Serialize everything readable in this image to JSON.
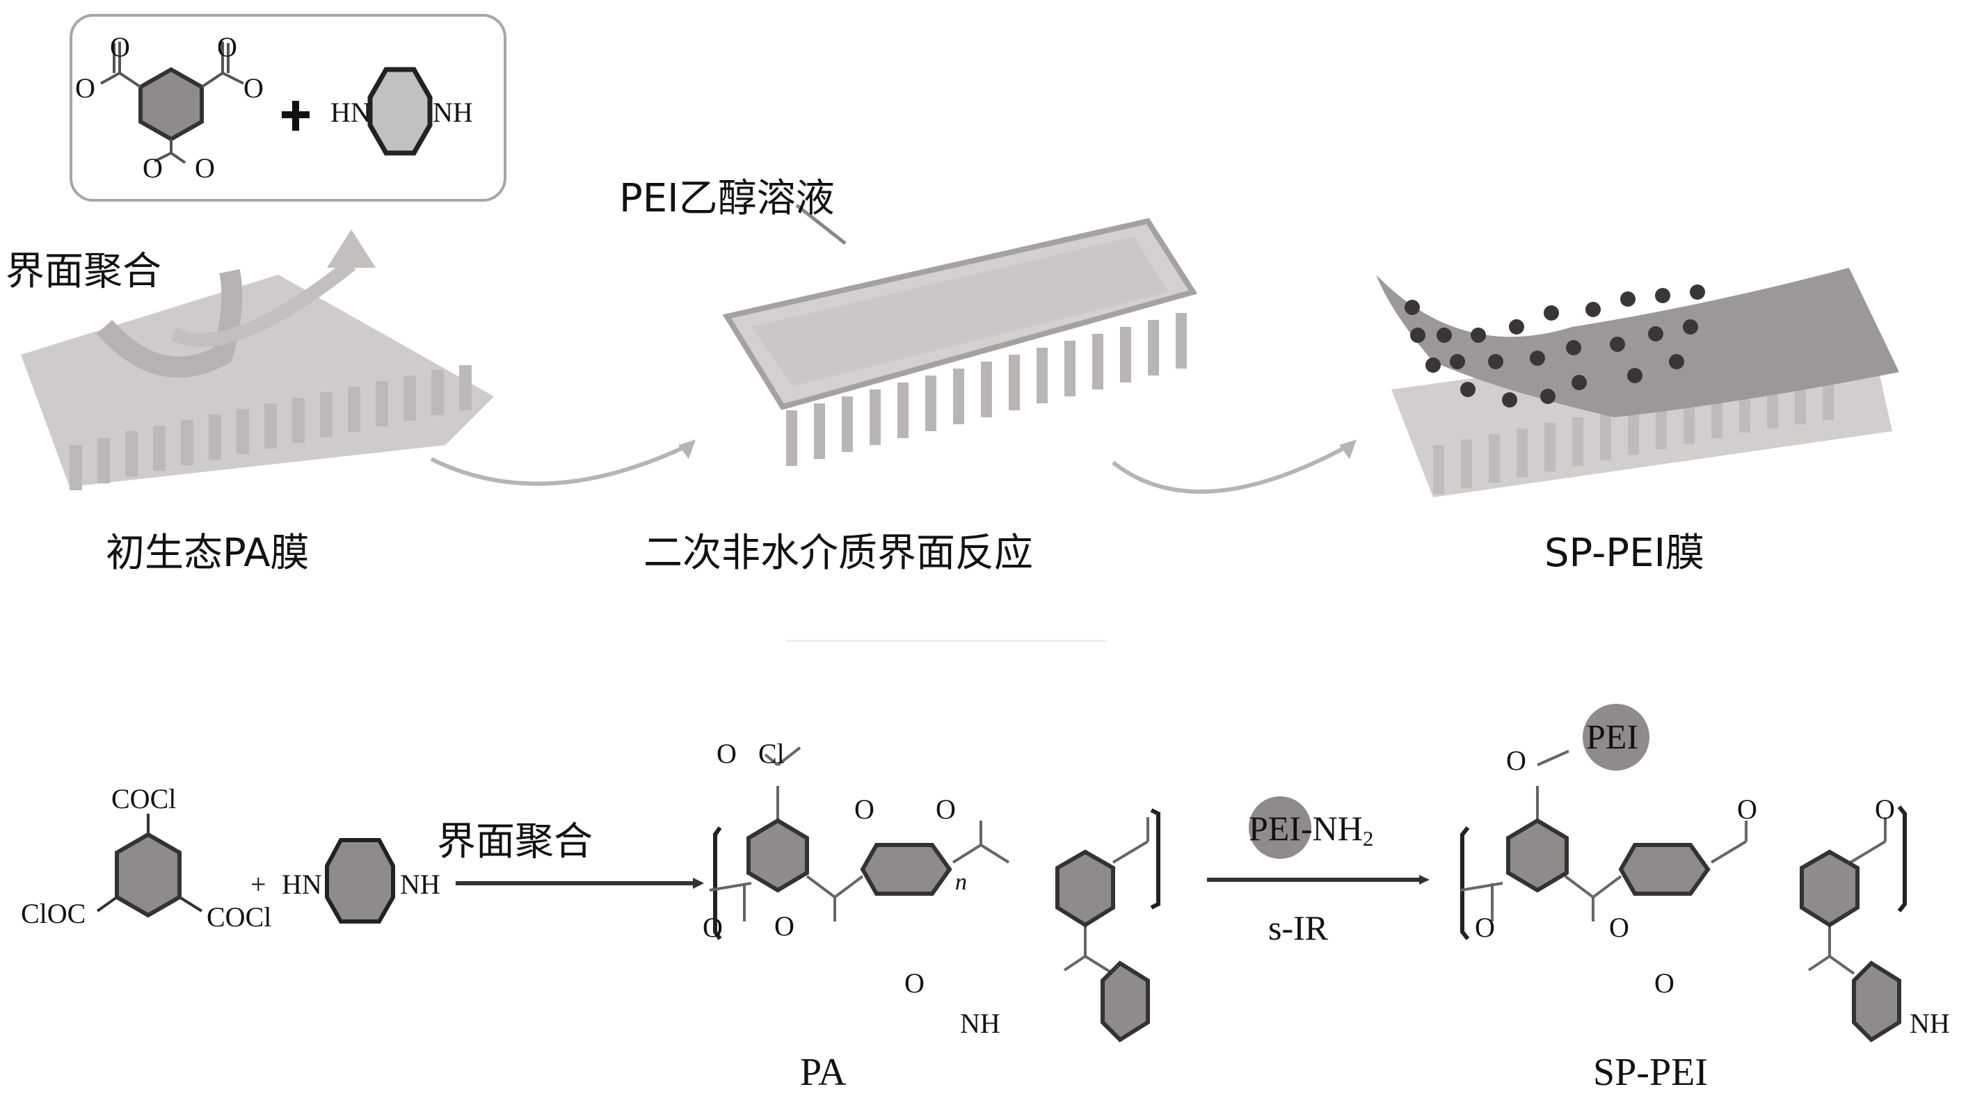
{
  "top_row": {
    "monomer_box": {
      "left_monomer_atoms": [
        "O",
        "O",
        "O",
        "O",
        "O",
        "O"
      ],
      "plus": "+",
      "piperazine_left": "HN",
      "piperazine_right": "NH"
    },
    "step1_label": "界面聚合",
    "stage1_caption": "初生态PA膜",
    "solution_label": "PEI乙醇溶液",
    "stage2_caption": "二次非水介质界面反应",
    "stage3_caption": "SP-PEI膜"
  },
  "bottom_row": {
    "tmc": {
      "top": "COCl",
      "left": "ClOC",
      "right": "COCl"
    },
    "plus": "+",
    "piperazine_left": "HN",
    "piperazine_right": "NH",
    "arrow1_label": "界面聚合",
    "pa_structure": {
      "acyl_o": "O",
      "acyl_cl": "Cl",
      "o_labels": [
        "O",
        "O",
        "O",
        "O",
        "O"
      ],
      "nh": "NH",
      "repeat": "n",
      "caption": "PA"
    },
    "arrow2_top_label": "PEI-NH",
    "arrow2_top_sub": "2",
    "arrow2_bottom_label": "s-IR",
    "sp_pei_structure": {
      "pei_bead": "PEI",
      "o_labels": [
        "O",
        "O",
        "O",
        "O",
        "O",
        "O"
      ],
      "nh": "NH",
      "caption": "SP-PEI"
    }
  },
  "colors": {
    "membrane_light": "#cfcbcb",
    "membrane_pei": "#9c9898",
    "pei_dot": "#3a3636",
    "ring_fill": "#8f8b8b",
    "arrow_gray": "#b9b4b4"
  }
}
